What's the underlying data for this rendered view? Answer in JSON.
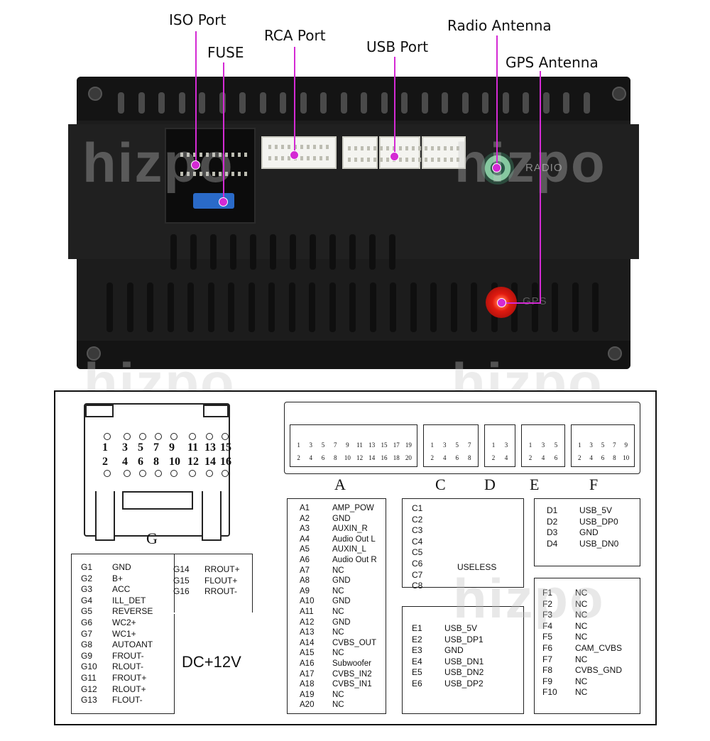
{
  "callouts": {
    "iso_port": "ISO Port",
    "fuse": "FUSE",
    "rca_port": "RCA Port",
    "usb_port": "USB Port",
    "radio_antenna": "Radio Antenna",
    "gps_antenna": "GPS Antenna"
  },
  "unit_markings": {
    "radio": "RADIO",
    "gps": "GPS"
  },
  "watermark": "hizpo",
  "connector_letters": {
    "a": "A",
    "c": "C",
    "d": "D",
    "e": "E",
    "f": "F",
    "g": "G"
  },
  "g_connector": {
    "numbers_top": [
      "1",
      "3",
      "5",
      "7",
      "9",
      "11",
      "13",
      "15"
    ],
    "numbers_bottom": [
      "2",
      "4",
      "6",
      "8",
      "10",
      "12",
      "14",
      "16"
    ]
  },
  "strip_labels": {
    "a_top": [
      "1",
      "3",
      "5",
      "7",
      "9",
      "11",
      "13",
      "15",
      "17",
      "19"
    ],
    "a_bottom": [
      "2",
      "4",
      "6",
      "8",
      "10",
      "12",
      "14",
      "16",
      "18",
      "20"
    ],
    "c_top": [
      "1",
      "3",
      "5",
      "7"
    ],
    "c_bottom": [
      "2",
      "4",
      "6",
      "8"
    ],
    "d_top": [
      "1",
      "3"
    ],
    "d_bottom": [
      "2",
      "4"
    ],
    "e_top": [
      "1",
      "3",
      "5"
    ],
    "e_bottom": [
      "2",
      "4",
      "6"
    ],
    "f_top": [
      "1",
      "3",
      "5",
      "7",
      "9"
    ],
    "f_bottom": [
      "2",
      "4",
      "6",
      "8",
      "10"
    ]
  },
  "pins_g": [
    {
      "pin": "G1",
      "name": "GND"
    },
    {
      "pin": "G2",
      "name": "B+"
    },
    {
      "pin": "G3",
      "name": "ACC"
    },
    {
      "pin": "G4",
      "name": "ILL_DET"
    },
    {
      "pin": "G5",
      "name": "REVERSE"
    },
    {
      "pin": "G6",
      "name": "WC2+"
    },
    {
      "pin": "G7",
      "name": "WC1+"
    },
    {
      "pin": "G8",
      "name": "AUTOANT"
    },
    {
      "pin": "G9",
      "name": "FROUT-"
    },
    {
      "pin": "G10",
      "name": "RLOUT-"
    },
    {
      "pin": "G11",
      "name": "FROUT+"
    },
    {
      "pin": "G12",
      "name": "RLOUT+"
    },
    {
      "pin": "G13",
      "name": "FLOUT-"
    }
  ],
  "pins_g2": [
    {
      "pin": "G14",
      "name": "RROUT+"
    },
    {
      "pin": "G15",
      "name": "FLOUT+"
    },
    {
      "pin": "G16",
      "name": "RROUT-"
    }
  ],
  "power_label": "DC+12V",
  "pins_a": [
    {
      "pin": "A1",
      "name": "AMP_POW"
    },
    {
      "pin": "A2",
      "name": "GND"
    },
    {
      "pin": "A3",
      "name": "AUXIN_R"
    },
    {
      "pin": "A4",
      "name": "Audio Out L"
    },
    {
      "pin": "A5",
      "name": "AUXIN_L"
    },
    {
      "pin": "A6",
      "name": "Audio Out R"
    },
    {
      "pin": "A7",
      "name": "NC"
    },
    {
      "pin": "A8",
      "name": "GND"
    },
    {
      "pin": "A9",
      "name": "NC"
    },
    {
      "pin": "A10",
      "name": "GND"
    },
    {
      "pin": "A11",
      "name": "NC"
    },
    {
      "pin": "A12",
      "name": "GND"
    },
    {
      "pin": "A13",
      "name": "NC"
    },
    {
      "pin": "A14",
      "name": "CVBS_OUT"
    },
    {
      "pin": "A15",
      "name": "NC"
    },
    {
      "pin": "A16",
      "name": "Subwoofer"
    },
    {
      "pin": "A17",
      "name": "CVBS_IN2"
    },
    {
      "pin": "A18",
      "name": "CVBS_IN1"
    },
    {
      "pin": "A19",
      "name": "NC"
    },
    {
      "pin": "A20",
      "name": "NC"
    }
  ],
  "pins_c": [
    "C1",
    "C2",
    "C3",
    "C4",
    "C5",
    "C6",
    "C7",
    "C8"
  ],
  "c_note": "USELESS",
  "pins_d": [
    {
      "pin": "D1",
      "name": "USB_5V"
    },
    {
      "pin": "D2",
      "name": "USB_DP0"
    },
    {
      "pin": "D3",
      "name": "GND"
    },
    {
      "pin": "D4",
      "name": "USB_DN0"
    }
  ],
  "pins_e": [
    {
      "pin": "E1",
      "name": "USB_5V"
    },
    {
      "pin": "E2",
      "name": "USB_DP1"
    },
    {
      "pin": "E3",
      "name": "GND"
    },
    {
      "pin": "E4",
      "name": "USB_DN1"
    },
    {
      "pin": "E5",
      "name": "USB_DN2"
    },
    {
      "pin": "E6",
      "name": "USB_DP2"
    }
  ],
  "pins_f": [
    {
      "pin": "F1",
      "name": "NC"
    },
    {
      "pin": "F2",
      "name": "NC"
    },
    {
      "pin": "F3",
      "name": "NC"
    },
    {
      "pin": "F4",
      "name": "NC"
    },
    {
      "pin": "F5",
      "name": "NC"
    },
    {
      "pin": "F6",
      "name": "CAM_CVBS"
    },
    {
      "pin": "F7",
      "name": "NC"
    },
    {
      "pin": "F8",
      "name": "CVBS_GND"
    },
    {
      "pin": "F9",
      "name": "NC"
    },
    {
      "pin": "F10",
      "name": "NC"
    }
  ],
  "colors": {
    "leader": "#d42ad4",
    "unit": "#1c1c1c",
    "connector": "#f4f4f0",
    "fuse": "#2a6ac8",
    "radio_jack": "#86c8a0",
    "gps_jack": "#e01a10"
  }
}
